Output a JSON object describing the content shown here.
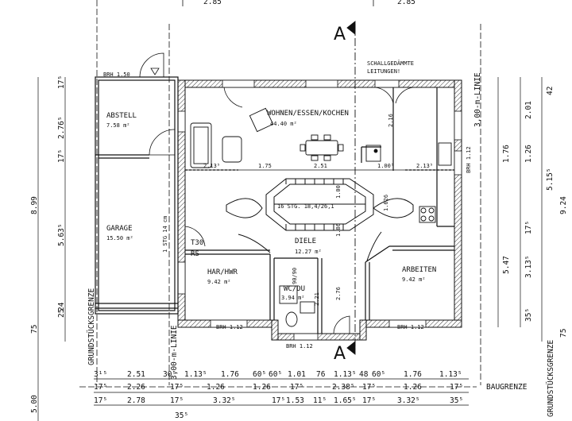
{
  "rooms": {
    "abstell": {
      "name": "ABSTELL",
      "area": "7.58 m²"
    },
    "garage": {
      "name": "GARAGE",
      "area": "15.50 m²"
    },
    "wohnen": {
      "name": "WOHNEN/ESSEN/KOCHEN",
      "area": "44.40 m²"
    },
    "diele": {
      "name": "DIELE",
      "area": "12.27 m²"
    },
    "har": {
      "name": "HAR/HWR",
      "area": "9.42 m²"
    },
    "arbeiten": {
      "name": "ARBEITEN",
      "area": "9.42 m²"
    },
    "wc": {
      "name": "WC/DU",
      "area": "3.94 m²"
    }
  },
  "section_labels": {
    "a_top": "A",
    "a_bottom": "A"
  },
  "notes": {
    "schall_1": "SCHALLGEDÄMMTE",
    "schall_2": "LEITUNGEN!",
    "line_right": "3,00-m-LINIE",
    "line_left": "3,00-m-LINIE",
    "grundstuck_left": "GRUNDSTÜCKSGRENZE",
    "grundstuck_right": "GRUNDSTÜCKSGRENZE",
    "baugrenze": "BAUGRENZE",
    "stairs": "16 STG. 18,4/26,1",
    "t30": "T30",
    "rs": "RS",
    "stg_side": "1 STG 14 cm",
    "brh_150": "BRH 1.50",
    "brh_112_right": "BRH 1.12",
    "brh_112_har": "BRH 1.12",
    "brh_112_wc": "BRH 1.12",
    "brh_112_arb": "BRH 1.12",
    "door_9090": "90/90",
    "wc_vert_1": "2.21",
    "wc_vert_2": "2.76",
    "kitchen_216": "2.16",
    "stair_186": "1.86",
    "stair_100": "1.00",
    "stair_1626": "1.626"
  },
  "interior_dims": {
    "d1": "2.13⁵",
    "d2": "1.75",
    "d3": "2.51",
    "d4": "1.00⁵",
    "d5": "2.13⁵"
  },
  "bottom_dims": {
    "row1": [
      "3¹⁵",
      "2.51",
      "30⁵",
      "1.13⁵",
      "1.76",
      "60⁵",
      "60⁵",
      "1.01",
      "76",
      "1.13⁵",
      "48",
      "60⁵",
      "1.76",
      "1.13⁵"
    ],
    "row2": [
      "17⁵",
      "2.26",
      "17⁵",
      "1.26",
      "1.26",
      "17⁵",
      "2.38⁵",
      "17⁵",
      "1.26",
      "17⁵"
    ],
    "row3": [
      "17⁵",
      "2.78",
      "17⁵",
      "3.32⁵",
      "17⁵",
      "1.53",
      "11⁵",
      "1.65⁵",
      "17⁵",
      "3.32⁵",
      "35⁵"
    ],
    "extra": "35⁵"
  },
  "left_dims": {
    "outer": [
      "8.99",
      "75",
      "5.00"
    ],
    "inner": [
      "17⁵",
      "2.76⁵",
      "17⁵",
      "5.63⁵",
      "25",
      "24"
    ]
  },
  "right_dims": {
    "outer": [
      "9.24",
      "75"
    ],
    "col1": [
      "5.47",
      "1.76"
    ],
    "col2": [
      "2.01",
      "1.26",
      "17⁵",
      "3.13⁵",
      "35⁵"
    ],
    "col3": [
      "5.15⁵",
      "42"
    ]
  },
  "top_dims": {
    "left": "2.85",
    "right": "2.85"
  }
}
